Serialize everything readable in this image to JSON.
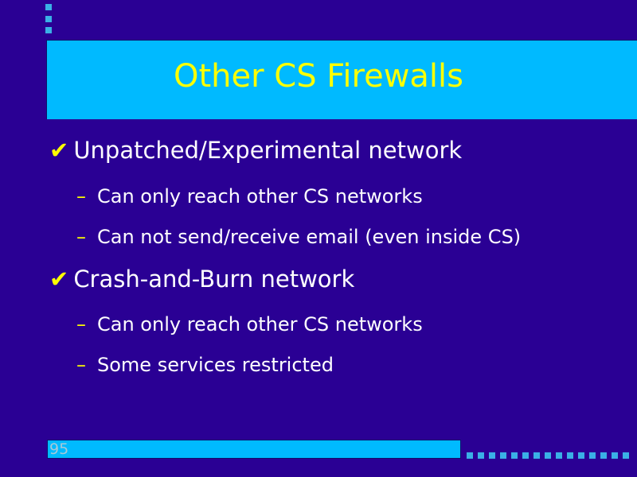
{
  "slide": {
    "title": "Other CS Firewalls",
    "bullets": [
      {
        "text": "Unpatched/Experimental network",
        "subitems": [
          "Can only reach other CS networks",
          "Can not send/receive email (even inside CS)"
        ]
      },
      {
        "text": "Crash-and-Burn network",
        "subitems": [
          "Can only reach other CS networks",
          "Some services restricted"
        ]
      }
    ],
    "bullet_mark": "✔",
    "sub_mark": "–",
    "page_number": "95"
  },
  "colors": {
    "background": "#2a0094",
    "accent": "#00baff",
    "title": "#ffff00"
  }
}
